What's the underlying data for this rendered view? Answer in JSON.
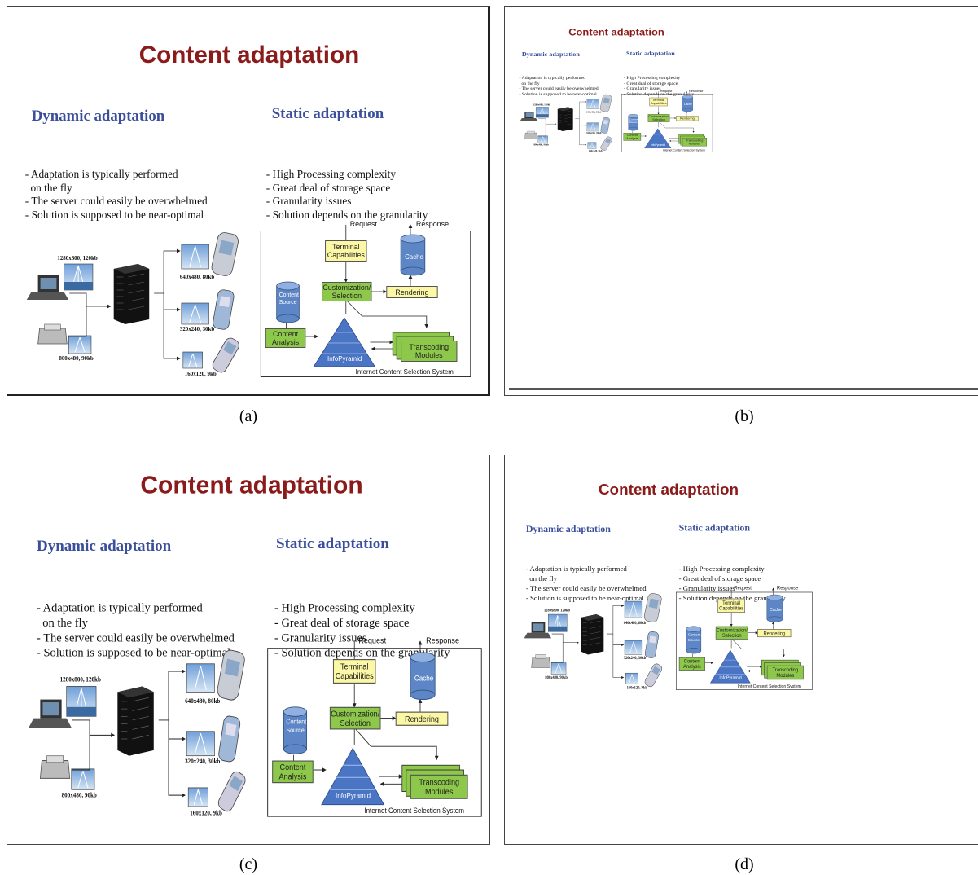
{
  "slide": {
    "title": "Content adaptation",
    "dynamic": {
      "heading": "Dynamic adaptation",
      "bullets": [
        "- Adaptation is typically performed",
        "  on the fly",
        "- The server could easily be overwhelmed",
        "- Solution is supposed to be near-optimal"
      ]
    },
    "static": {
      "heading": "Static adaptation",
      "bullets": [
        "- High Processing complexity",
        "- Great deal of storage space",
        "- Granularity issues",
        "- Solution depends on the granularity"
      ]
    },
    "diagram": {
      "request": "Request",
      "response": "Response",
      "terminal": "Terminal Capabilities",
      "cache": "Cache",
      "customization": "Customization/ Selection",
      "rendering": "Rendering",
      "content_source": "Content Source",
      "content_analysis": "Content Analysis",
      "infopyramid": "InfoPyramid",
      "transcoding": "Transcoding Modules",
      "system": "Internet Content Selection System"
    },
    "resolutions": {
      "laptop": "1280x800, 120kb",
      "phone": "800x480, 90kb",
      "r1": "640x480, 80kb",
      "r2": "320x240, 30kb",
      "r3": "160x120, 9kb"
    }
  },
  "captions": [
    "(a)",
    "(b)",
    "(c)",
    "(d)"
  ]
}
